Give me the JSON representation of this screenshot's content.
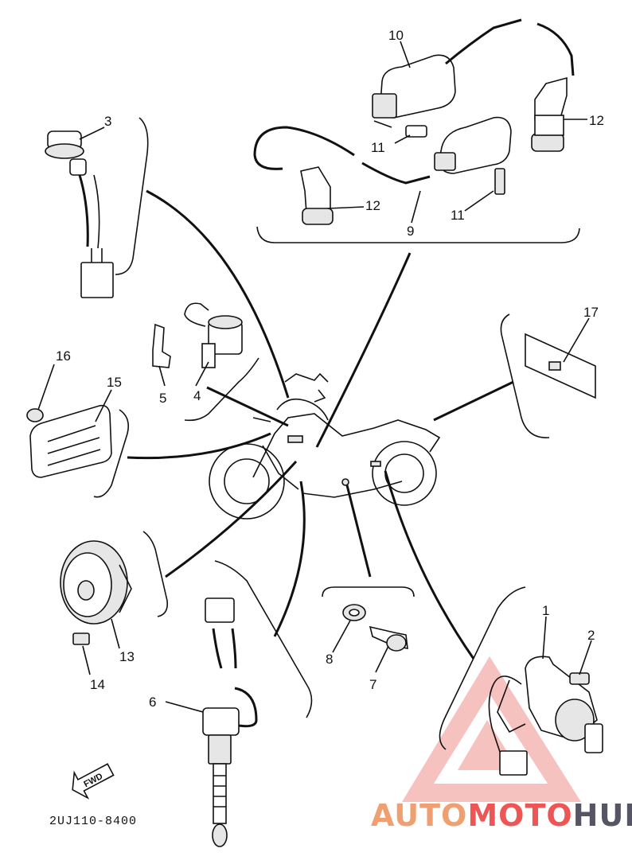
{
  "diagram": {
    "parts": [
      {
        "key": "p1",
        "label": "1"
      },
      {
        "key": "p2",
        "label": "2"
      },
      {
        "key": "p3",
        "label": "3"
      },
      {
        "key": "p4",
        "label": "4"
      },
      {
        "key": "p5",
        "label": "5"
      },
      {
        "key": "p6",
        "label": "6"
      },
      {
        "key": "p7",
        "label": "7"
      },
      {
        "key": "p8",
        "label": "8"
      },
      {
        "key": "p9",
        "label": "9"
      },
      {
        "key": "p10",
        "label": "10"
      },
      {
        "key": "p11a",
        "label": "11"
      },
      {
        "key": "p11b",
        "label": "11"
      },
      {
        "key": "p12a",
        "label": "12"
      },
      {
        "key": "p12b",
        "label": "12"
      },
      {
        "key": "p13",
        "label": "13"
      },
      {
        "key": "p14",
        "label": "14"
      },
      {
        "key": "p15",
        "label": "15"
      },
      {
        "key": "p16",
        "label": "16"
      },
      {
        "key": "p17",
        "label": "17"
      }
    ],
    "drawing_code": "2UJ110-8400",
    "direction_badge": "FWD"
  },
  "watermark": {
    "parts": [
      "AUTO",
      "MOTO",
      "HUB"
    ],
    "colors": [
      "#f0a070",
      "#ee5555",
      "#555566"
    ]
  }
}
